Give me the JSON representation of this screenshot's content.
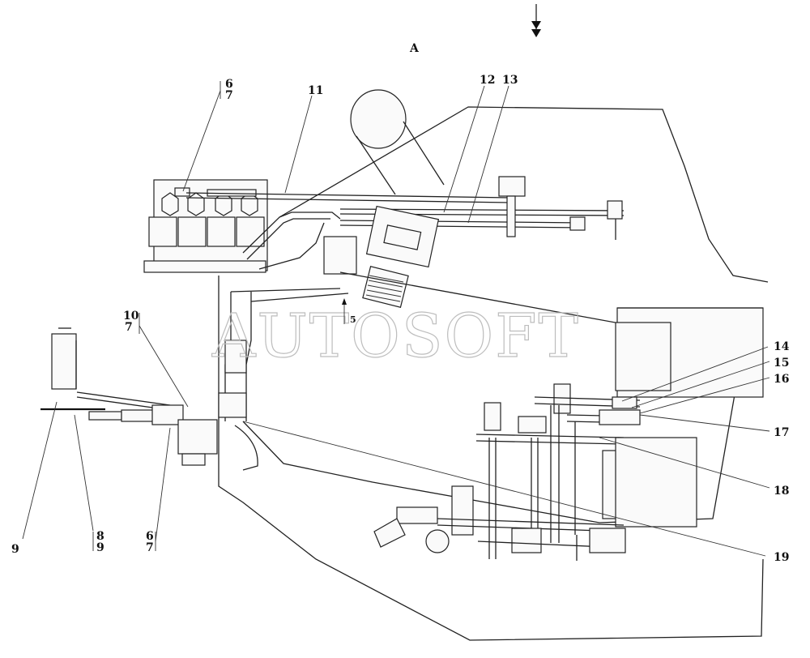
{
  "view_label": "A",
  "watermark": "AUTOSOFT",
  "callouts": [
    {
      "id": "c6a",
      "text": "6"
    },
    {
      "id": "c7a",
      "text": "7"
    },
    {
      "id": "c11",
      "text": "11"
    },
    {
      "id": "c12",
      "text": "12"
    },
    {
      "id": "c13",
      "text": "13"
    },
    {
      "id": "c10",
      "text": "10"
    },
    {
      "id": "c7b",
      "text": "7"
    },
    {
      "id": "c14",
      "text": "14"
    },
    {
      "id": "c15",
      "text": "15"
    },
    {
      "id": "c16",
      "text": "16"
    },
    {
      "id": "c17",
      "text": "17"
    },
    {
      "id": "c18",
      "text": "18"
    },
    {
      "id": "c19",
      "text": "19"
    },
    {
      "id": "c9a",
      "text": "9"
    },
    {
      "id": "c8",
      "text": "8"
    },
    {
      "id": "c9b",
      "text": "9"
    },
    {
      "id": "c6b",
      "text": "6"
    },
    {
      "id": "c7c",
      "text": "7"
    },
    {
      "id": "c5",
      "text": "5"
    }
  ]
}
